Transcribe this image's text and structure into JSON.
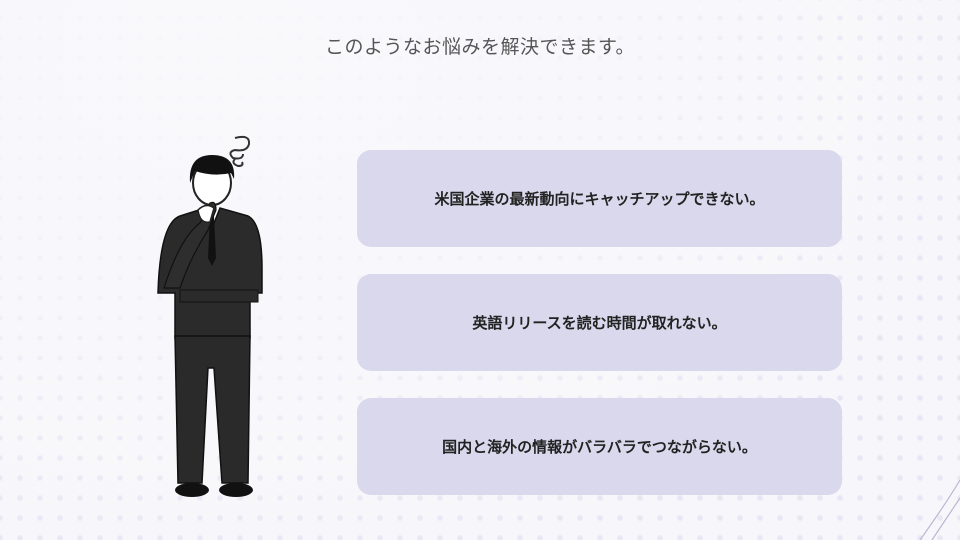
{
  "title": "このようなお悩みを解決できます。",
  "problems": [
    "米国企業の最新動向にキャッチアップできない。",
    "英語リリースを読む時間が取れない。",
    "国内と海外の情報がバラバラでつながらない。"
  ],
  "colors": {
    "card": "#d9d8ec",
    "background": "#f7f7fb"
  }
}
